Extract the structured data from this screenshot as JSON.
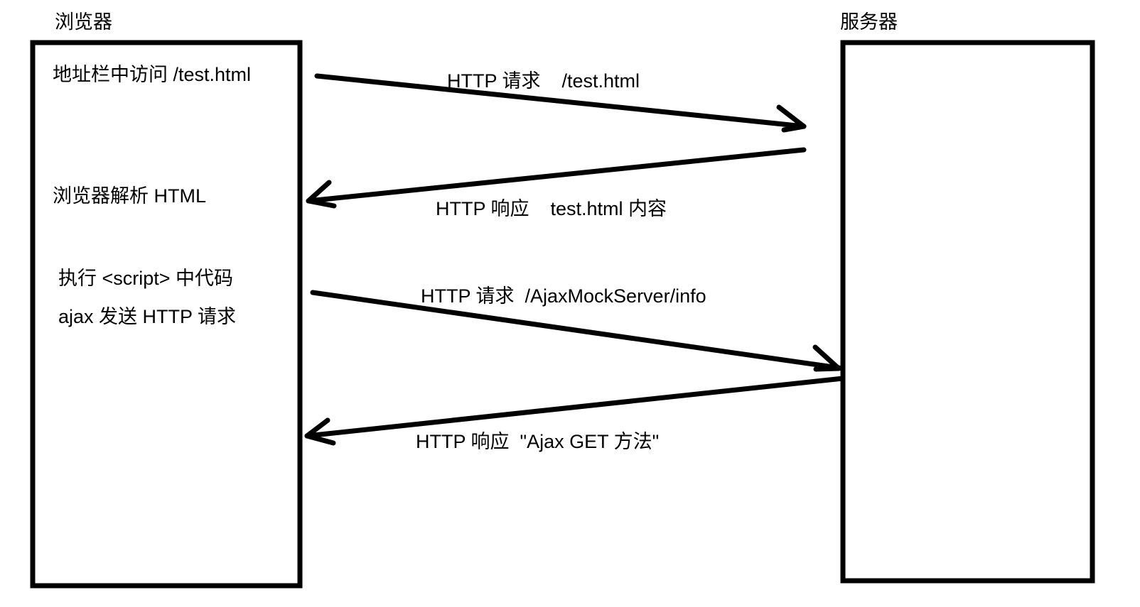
{
  "diagram": {
    "title_browser": "浏览器",
    "title_server": "服务器",
    "stroke_color": "#000000",
    "background_color": "#ffffff",
    "browser_box_steps": [
      "地址栏中访问 /test.html",
      "浏览器解析 HTML",
      "执行 <script> 中代码",
      "ajax 发送 HTTP 请求"
    ],
    "messages": [
      {
        "label": "HTTP 请求    /test.html",
        "direction": "browser-to-server"
      },
      {
        "label": "HTTP 响应    test.html 内容",
        "direction": "server-to-browser"
      },
      {
        "label": "HTTP 请求  /AjaxMockServer/info",
        "direction": "browser-to-server"
      },
      {
        "label": "HTTP 响应  \"Ajax GET 方法\"",
        "direction": "server-to-browser"
      }
    ]
  }
}
